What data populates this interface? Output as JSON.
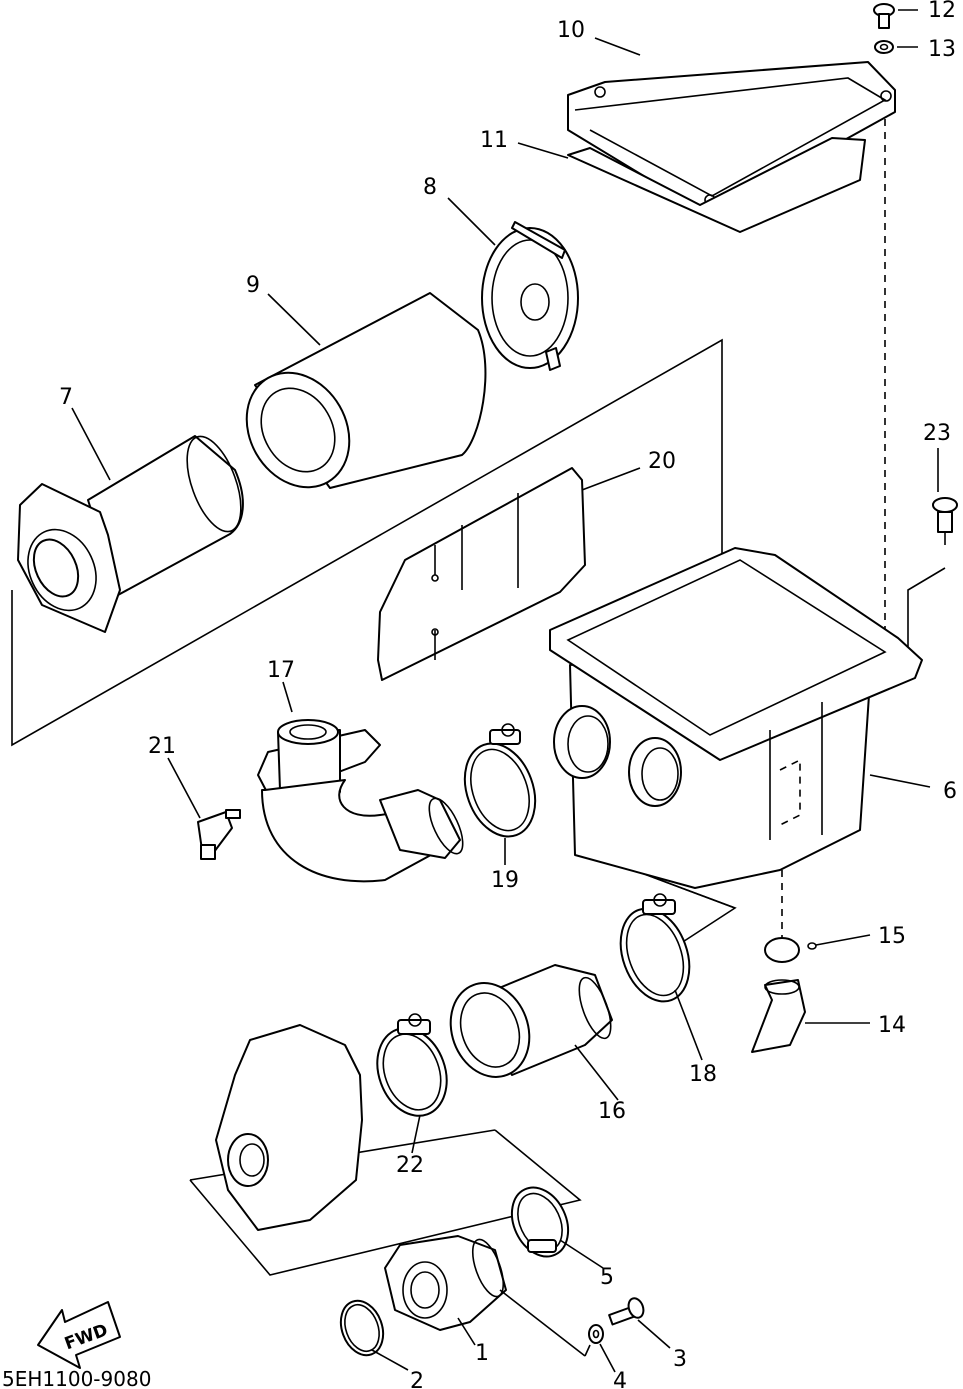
{
  "diagram": {
    "diagram_code": "5EH1100-9080",
    "direction_label": "FWD",
    "parts": [
      {
        "ref": "1"
      },
      {
        "ref": "2"
      },
      {
        "ref": "3"
      },
      {
        "ref": "4"
      },
      {
        "ref": "5"
      },
      {
        "ref": "6"
      },
      {
        "ref": "7"
      },
      {
        "ref": "8"
      },
      {
        "ref": "9"
      },
      {
        "ref": "10"
      },
      {
        "ref": "11"
      },
      {
        "ref": "12"
      },
      {
        "ref": "13"
      },
      {
        "ref": "14"
      },
      {
        "ref": "15"
      },
      {
        "ref": "16"
      },
      {
        "ref": "17"
      },
      {
        "ref": "18"
      },
      {
        "ref": "19"
      },
      {
        "ref": "20"
      },
      {
        "ref": "21"
      },
      {
        "ref": "22"
      },
      {
        "ref": "23"
      }
    ]
  },
  "colors": {
    "line": "#000000",
    "background": "#ffffff"
  }
}
